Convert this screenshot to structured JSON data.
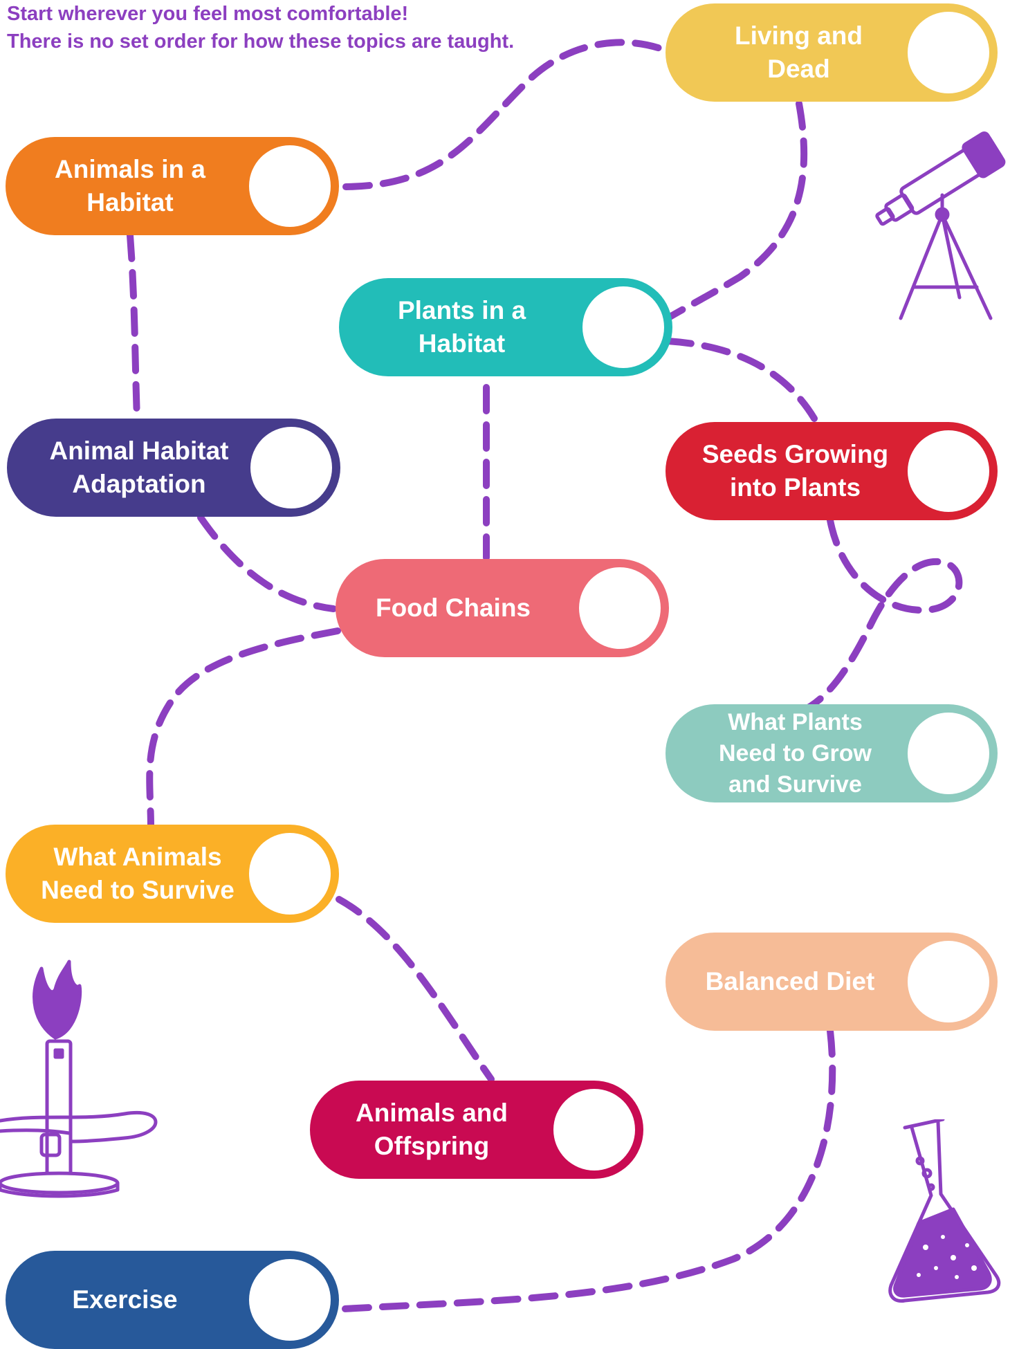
{
  "intro": {
    "line1": "Start wherever you feel most comfortable!",
    "line2": "There is no set order for how these topics are taught."
  },
  "path_color": "#8c3fc0",
  "topics": [
    {
      "id": "living-and-dead",
      "label": "Living and\nDead",
      "color": "#f1c855"
    },
    {
      "id": "animals-in-a-habitat",
      "label": "Animals in a\nHabitat",
      "color": "#f07d1f"
    },
    {
      "id": "plants-in-a-habitat",
      "label": "Plants in a\nHabitat",
      "color": "#22bdb8"
    },
    {
      "id": "animal-habitat-adaptation",
      "label": "Animal Habitat\nAdaptation",
      "color": "#463c8c"
    },
    {
      "id": "seeds-growing-into-plants",
      "label": "Seeds Growing\ninto Plants",
      "color": "#d92133"
    },
    {
      "id": "food-chains",
      "label": "Food Chains",
      "color": "#ee6a76"
    },
    {
      "id": "what-plants-need",
      "label": "What Plants\nNeed to Grow\nand Survive",
      "color": "#8dcbbf"
    },
    {
      "id": "what-animals-need",
      "label": "What Animals\nNeed to Survive",
      "color": "#fbb027"
    },
    {
      "id": "balanced-diet",
      "label": "Balanced Diet",
      "color": "#f6bc97"
    },
    {
      "id": "animals-and-offspring",
      "label": "Animals and\nOffspring",
      "color": "#c90a52"
    },
    {
      "id": "exercise",
      "label": "Exercise",
      "color": "#27599a"
    }
  ],
  "decorations": [
    "telescope-icon",
    "bunsen-burner-icon",
    "flask-icon"
  ]
}
